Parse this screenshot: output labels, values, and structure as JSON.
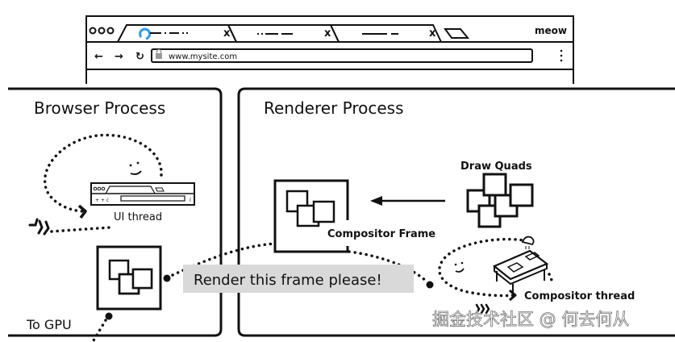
{
  "browser_window": {
    "tabs": [
      {
        "name": "tab-1",
        "loading": true
      },
      {
        "name": "tab-2",
        "loading": false
      },
      {
        "name": "tab-3",
        "loading": false
      }
    ],
    "profile_label": "meow",
    "address_bar": {
      "url": "www.mysite.com",
      "secure": true
    },
    "nav_icons": [
      "back-arrow-icon",
      "forward-arrow-icon",
      "reload-icon",
      "lock-icon",
      "menu-kebab-icon"
    ]
  },
  "browser_process": {
    "title": "Browser Process",
    "ui_thread_label": "UI thread",
    "to_gpu_label": "To GPU"
  },
  "renderer_process": {
    "title": "Renderer Process",
    "draw_quads_label": "Draw Quads",
    "compositor_frame_label": "Compositor Frame",
    "compositor_thread_label": "Compositor thread"
  },
  "callout": {
    "text": "Render this frame please!",
    "background": "#d9d9d9"
  },
  "watermark": {
    "text": "掘金技术社区 @ 何去何从"
  },
  "colors": {
    "ink": "#111111",
    "loading_spinner": "#2f9be8",
    "callout_bg": "#d9d9d9",
    "lock_icon": "#9a9a9a"
  }
}
